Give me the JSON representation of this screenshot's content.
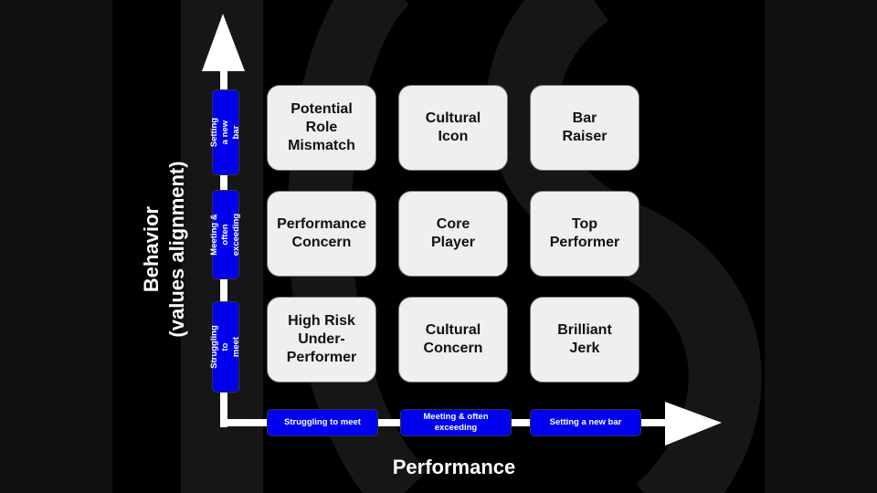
{
  "axes": {
    "x_title": "Performance",
    "y_title_line1": "Behavior",
    "y_title_line2": "(values alignment)",
    "x_levels": [
      "Struggling to meet",
      "Meeting & often\nexceeding",
      "Setting a new bar"
    ],
    "y_levels": [
      "Setting a new\nbar",
      "Meeting & often\nexceeding",
      "Struggling to\nmeet"
    ]
  },
  "grid": [
    [
      "Potential\nRole\nMismatch",
      "Cultural\nIcon",
      "Bar\nRaiser"
    ],
    [
      "Performance\nConcern",
      "Core\nPlayer",
      "Top\nPerformer"
    ],
    [
      "High Risk\nUnder-\nPerformer",
      "Cultural\nConcern",
      "Brilliant\nJerk"
    ]
  ],
  "colors": {
    "label_blue": "#0000ee",
    "box": "#efefef",
    "arrow": "#ffffff"
  }
}
